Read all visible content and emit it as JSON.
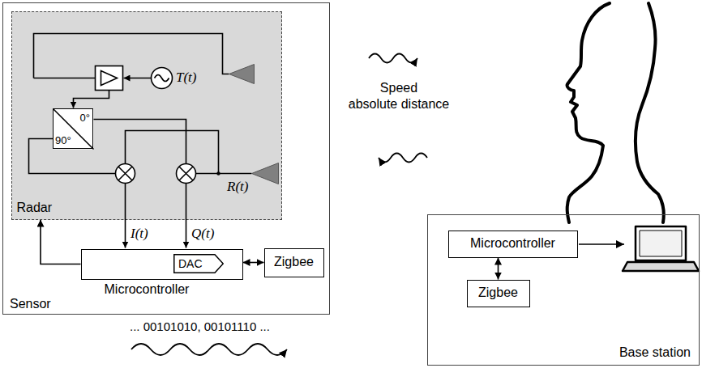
{
  "diagram": {
    "nodes": [
      {
        "text": [
          "Sensor"
        ]
      },
      {
        "text": [
          "Radar"
        ],
        "in": 0
      },
      {
        "text": [
          "0°",
          "90°"
        ],
        "in": 1
      },
      {
        "text": [
          "Microcontroller"
        ],
        "in": 0
      },
      {
        "text": [
          "DAC"
        ],
        "in": 3
      },
      {
        "text": [
          "Zigbee"
        ],
        "in": 0
      },
      {
        "text": [
          "Base station"
        ]
      },
      {
        "text": [
          "Microcontroller"
        ],
        "in": 6
      },
      {
        "text": [
          "Zigbee"
        ],
        "in": 6
      }
    ],
    "edges": [
      {
        "from": 3,
        "to": 5,
        "arrow": "both"
      },
      {
        "from": 3,
        "to": 1,
        "arrow": "to"
      },
      {
        "from": 7,
        "to": 8,
        "arrow": "both"
      }
    ],
    "labels": [
      "T(t)",
      "Speed",
      "absolute distance",
      "R(t)",
      "I(t)",
      "Q(t)",
      "... 00101010, 00101110 ..."
    ]
  }
}
